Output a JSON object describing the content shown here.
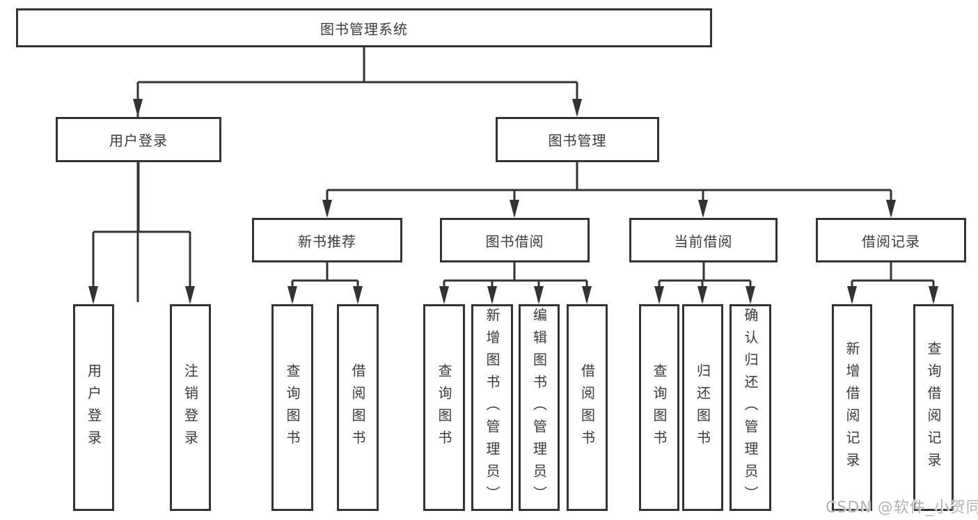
{
  "diagram": {
    "root": {
      "label": "图书管理系统"
    },
    "login": {
      "label": "用户登录",
      "children": [
        {
          "label": "用户登录"
        },
        {
          "label": "注销登录"
        }
      ]
    },
    "management": {
      "label": "图书管理",
      "sections": [
        {
          "label": "新书推荐",
          "children": [
            {
              "label": "查询图书"
            },
            {
              "label": "借阅图书"
            }
          ]
        },
        {
          "label": "图书借阅",
          "children": [
            {
              "label": "查询图书"
            },
            {
              "label": "新增图书（管理员）"
            },
            {
              "label": "编辑图书（管理员）"
            },
            {
              "label": "借阅图书"
            }
          ]
        },
        {
          "label": "当前借阅",
          "children": [
            {
              "label": "查询图书"
            },
            {
              "label": "归还图书"
            },
            {
              "label": "确认归还（管理员）"
            }
          ]
        },
        {
          "label": "借阅记录",
          "children": [
            {
              "label": "新增借阅记录"
            },
            {
              "label": "查询借阅记录"
            }
          ]
        }
      ]
    }
  },
  "watermark": {
    "text": "CSDN @软件_小贺同学"
  },
  "colors": {
    "line": "#333333",
    "text": "#3a3a3a",
    "watermark": "#b2b2b2",
    "background": "#ffffff"
  }
}
